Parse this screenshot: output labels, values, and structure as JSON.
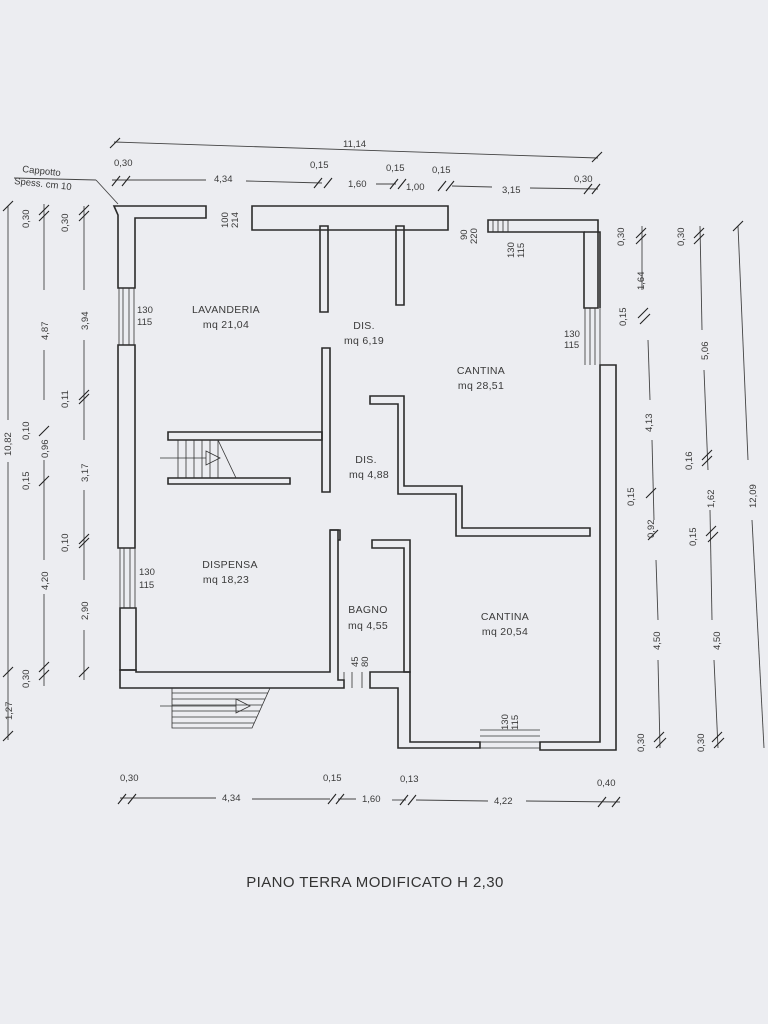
{
  "title": "PIANO  TERRA MODIFICATO H 2,30",
  "note": {
    "line1": "Cappotto",
    "line2": "Spess. cm 10"
  },
  "rooms": [
    {
      "name": "LAVANDERIA",
      "area": "mq 21,04"
    },
    {
      "name": "DIS.",
      "area": "mq 6,19"
    },
    {
      "name": "CANTINA",
      "area": "mq 28,51"
    },
    {
      "name": "DIS.",
      "area": "mq 4,88"
    },
    {
      "name": "DISPENSA",
      "area": "mq 18,23"
    },
    {
      "name": "BAGNO",
      "area": "mq 4,55"
    },
    {
      "name": "CANTINA",
      "area": "mq 20,54"
    }
  ],
  "openings": [
    {
      "w": "100",
      "h": "214"
    },
    {
      "w": "90",
      "h": "220"
    },
    {
      "w": "130",
      "h": "115"
    },
    {
      "w": "130",
      "h": "115"
    },
    {
      "w": "130",
      "h": "115"
    },
    {
      "w": "130",
      "h": "115"
    },
    {
      "w": "130",
      "h": "115"
    },
    {
      "w": "45",
      "h": "80"
    }
  ],
  "dims": {
    "top_total": "11,14",
    "top_small": [
      "0,30",
      "0,15",
      "0,15",
      "0,15",
      "0,30"
    ],
    "top_main": [
      "4,34",
      "1,60",
      "1,00",
      "3,15"
    ],
    "bottom_small": [
      "0,30",
      "0,15",
      "0,13",
      "0,40"
    ],
    "bottom_main": [
      "4,34",
      "1,60",
      "4,22"
    ],
    "left_outer": [
      "10,82",
      "1,27"
    ],
    "left_small": [
      "0,30",
      "0,10",
      "0,15",
      "0,30"
    ],
    "left_mid": [
      "4,87",
      "0,96",
      "4,20"
    ],
    "left_inner_small": [
      "0,30",
      "0,11",
      "0,10"
    ],
    "left_inner": [
      "3,94",
      "3,17",
      "2,90"
    ],
    "right_inner_small": [
      "0,30",
      "0,15",
      "0,15",
      "0,30"
    ],
    "right_inner": [
      "1,64",
      "4,13",
      "0,92",
      "4,50"
    ],
    "right_mid_small": [
      "0,30",
      "0,16",
      "0,15",
      "0,30"
    ],
    "right_mid": [
      "5,06",
      "1,62",
      "4,50"
    ],
    "right_outer": "12,09"
  }
}
